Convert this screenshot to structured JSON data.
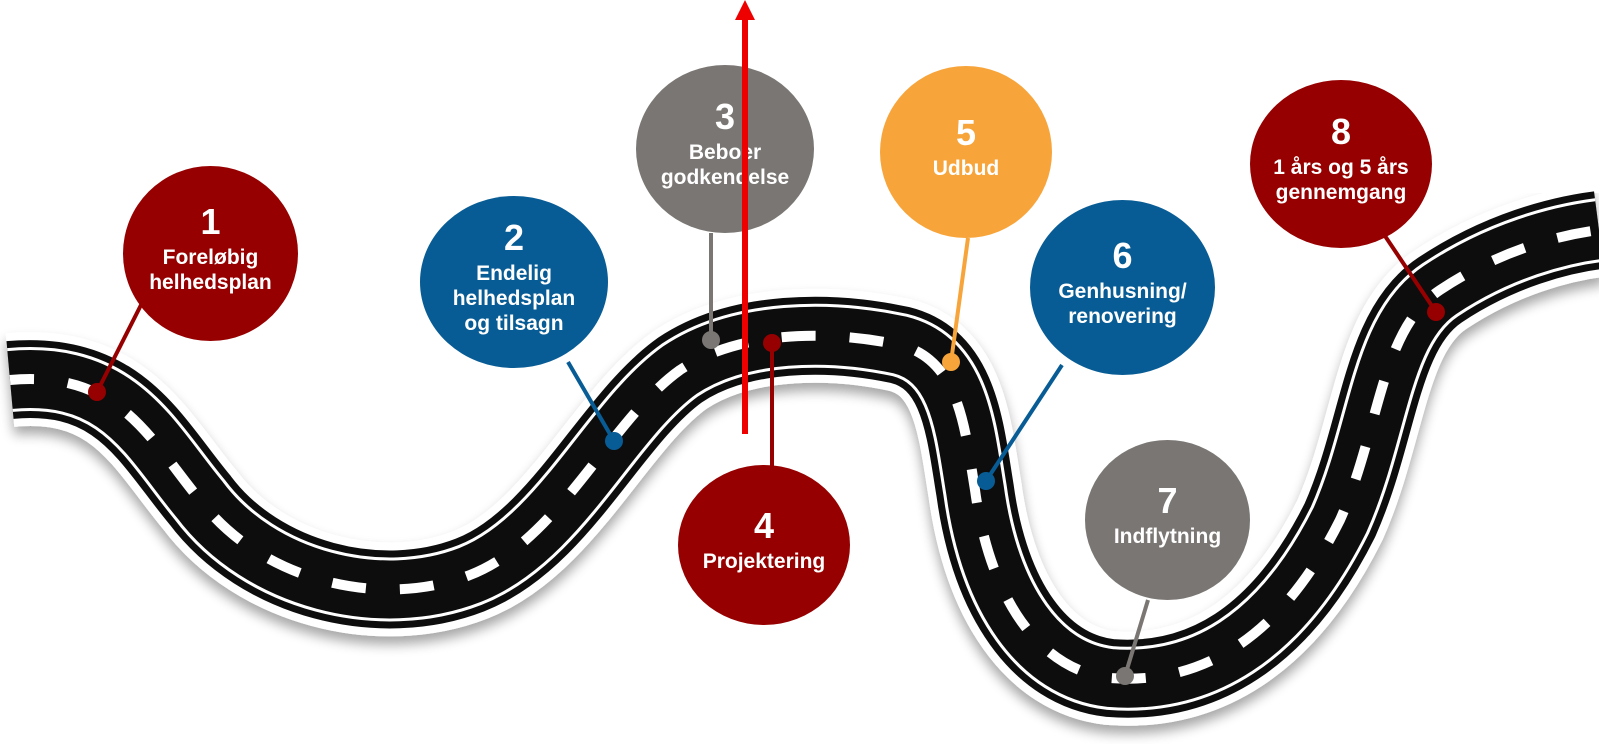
{
  "colors": {
    "red": "#960000",
    "blue": "#085c95",
    "gray": "#7a7673",
    "orange": "#f7a43a",
    "arrow": "#ee0000",
    "road": "#0f0f0f",
    "road_edge": "#ffffff"
  },
  "milestones": [
    {
      "number": "1",
      "label": "Foreløbig\nhelhedsplan",
      "color": "red"
    },
    {
      "number": "2",
      "label": "Endelig\nhelhedsplan\nog tilsagn",
      "color": "blue"
    },
    {
      "number": "3",
      "label": "Beboer\ngodkendelse",
      "color": "gray"
    },
    {
      "number": "4",
      "label": "Projektering",
      "color": "red"
    },
    {
      "number": "5",
      "label": "Udbud",
      "color": "orange"
    },
    {
      "number": "6",
      "label": "Genhusning/\nrenovering",
      "color": "blue"
    },
    {
      "number": "7",
      "label": "Indflytning",
      "color": "gray"
    },
    {
      "number": "8",
      "label": "1 års og 5 års\ngennemgang",
      "color": "red"
    }
  ]
}
